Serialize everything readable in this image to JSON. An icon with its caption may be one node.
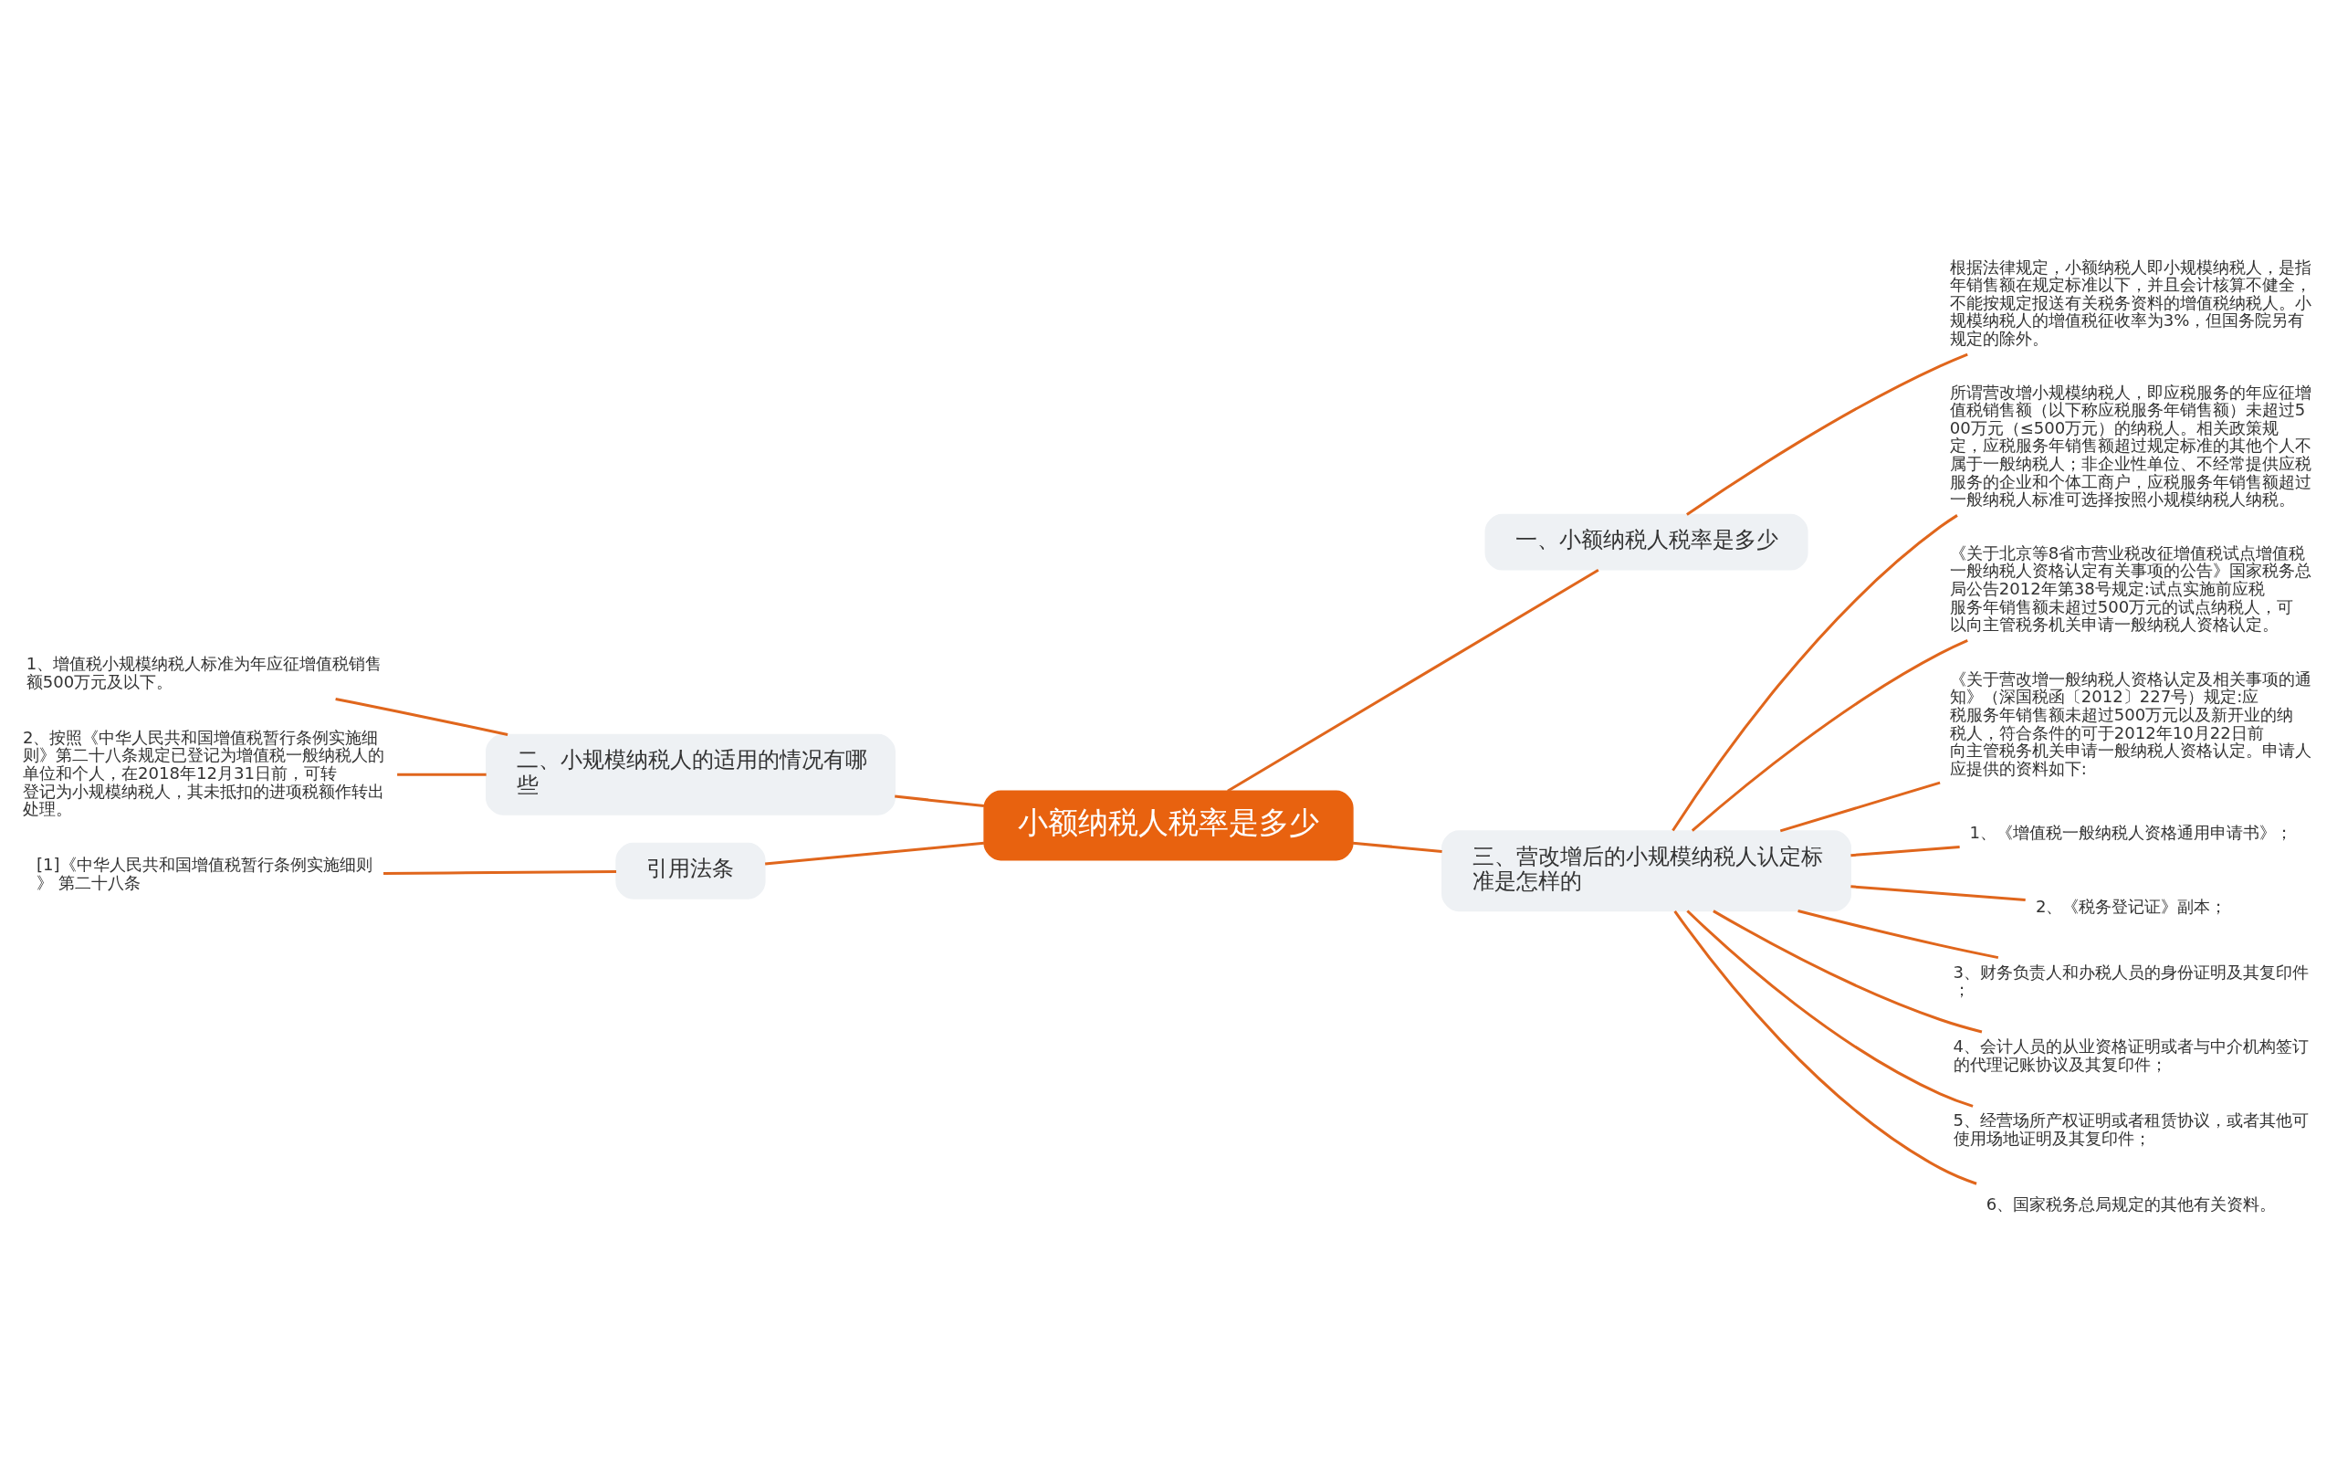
{
  "diagram": {
    "nodes": [
      {
        "text": [
          "小额纳税人税率是多少"
        ]
      },
      {
        "text": [
          "一、小额纳税人税率是多少"
        ]
      },
      {
        "text": [
          "根据法律规定，小额纳税人即小规模纳税人，是指年销售额在规定标准以下，并且会计核算不健全，不能按规定报送有关税务资料的增值税纳税人。小规模纳税人的增值税征收率为3%，但国务院另有规定的除外。"
        ]
      },
      {
        "text": [
          "二、小规模纳税人的适用的情况有哪些"
        ]
      },
      {
        "text": [
          "1、增值税小规模纳税人标准为年应征增值税销售额500万元及以下。"
        ]
      },
      {
        "text": [
          "2、按照《中华人民共和国增值税暂行条例实施细则》第二十八条规定已登记为增值税一般纳税人的单位和个人，在2018年12月31日前，可转登记为小规模纳税人，其未抵扣的进项税额作转出处理。"
        ]
      },
      {
        "text": [
          "引用法条"
        ]
      },
      {
        "text": [
          "[1]《中华人民共和国增值税暂行条例实施细则》 第二十八条"
        ]
      },
      {
        "text": [
          "三、营改增后的小规模纳税人认定标准是怎样的"
        ]
      },
      {
        "text": [
          "所谓营改增小规模纳税人，即应税服务的年应征增值税销售额（以下称应税服务年销售额）未超过500万元（≤500万元）的纳税人。相关政策规定，应税服务年销售额超过规定标准的其他个人不属于一般纳税人；非企业性单位、不经常提供应税服务的企业和个体工商户，应税服务年销售额超过一般纳税人标准可选择按照小规模纳税人纳税。"
        ]
      },
      {
        "text": [
          "《关于北京等8省市营业税改征增值税试点增值税一般纳税人资格认定有关事项的公告》国家税务总局公告2012年第38号规定:试点实施前应税服务年销售额未超过500万元的试点纳税人，可以向主管税务机关申请一般纳税人资格认定。"
        ]
      },
      {
        "text": [
          "《关于营改增一般纳税人资格认定及相关事项的通知》（深国税函〔2012〕227号）规定:应税服务年销售额未超过500万元以及新开业的纳税人，符合条件的可于2012年10月22日前向主管税务机关申请一般纳税人资格认定。申请人应提供的资料如下:"
        ]
      },
      {
        "text": [
          "1、《增值税一般纳税人资格通用申请书》；"
        ]
      },
      {
        "text": [
          "2、《税务登记证》副本；"
        ]
      },
      {
        "text": [
          "3、财务负责人和办税人员的身份证明及其复印件；"
        ]
      },
      {
        "text": [
          "4、会计人员的从业资格证明或者与中介机构签订的代理记账协议及其复印件；"
        ]
      },
      {
        "text": [
          "5、经营场所产权证明或者租赁协议，或者其他可使用场地证明及其复印件；"
        ]
      },
      {
        "text": [
          "6、国家税务总局规定的其他有关资料。"
        ]
      }
    ],
    "edges": [
      {
        "from": 0,
        "to": 1,
        "arrow": "none"
      },
      {
        "from": 1,
        "to": 2,
        "arrow": "none"
      },
      {
        "from": 0,
        "to": 3,
        "arrow": "none"
      },
      {
        "from": 3,
        "to": 4,
        "arrow": "none"
      },
      {
        "from": 3,
        "to": 5,
        "arrow": "none"
      },
      {
        "from": 0,
        "to": 6,
        "arrow": "none"
      },
      {
        "from": 6,
        "to": 7,
        "arrow": "none"
      },
      {
        "from": 0,
        "to": 8,
        "arrow": "none"
      },
      {
        "from": 8,
        "to": 9,
        "arrow": "none"
      },
      {
        "from": 8,
        "to": 10,
        "arrow": "none"
      },
      {
        "from": 8,
        "to": 11,
        "arrow": "none"
      },
      {
        "from": 8,
        "to": 12,
        "arrow": "none"
      },
      {
        "from": 8,
        "to": 13,
        "arrow": "none"
      },
      {
        "from": 8,
        "to": 14,
        "arrow": "none"
      },
      {
        "from": 8,
        "to": 15,
        "arrow": "none"
      },
      {
        "from": 8,
        "to": 16,
        "arrow": "none"
      },
      {
        "from": 8,
        "to": 17,
        "arrow": "none"
      }
    ]
  }
}
